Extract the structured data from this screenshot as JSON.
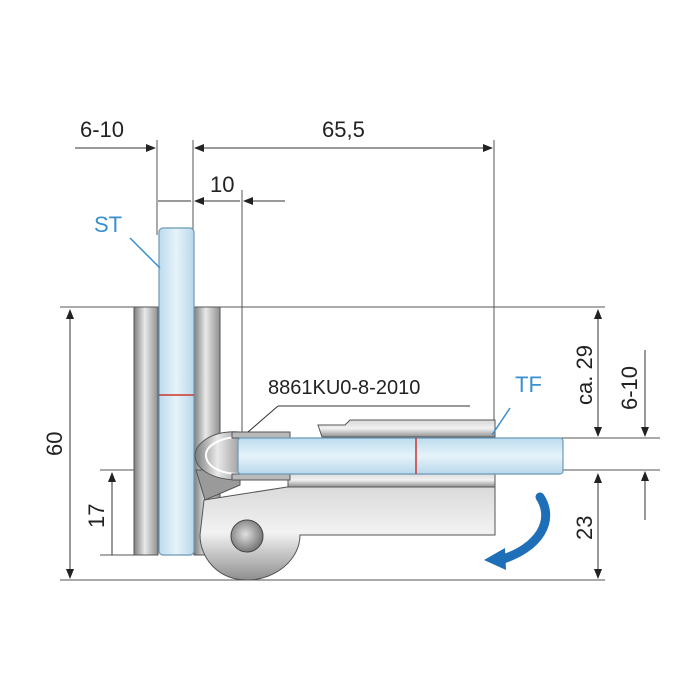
{
  "labels": {
    "dim_top_left": "6-10",
    "dim_top_span": "65,5",
    "dim_ten": "10",
    "callout_st": "ST",
    "callout_tf": "TF",
    "part_number": "8861KU0-8-2010",
    "dim_height": "60",
    "dim_lower": "17",
    "dim_ca29": "ca. 29",
    "dim_right_glass": "6-10",
    "dim_23": "23"
  },
  "colors": {
    "glass_fill": "#cfe6f3",
    "glass_edge": "#7aa7c4",
    "metal_dark": "#8a8a8a",
    "metal_light": "#d8d8d8",
    "callout_blue": "#3a8fd0",
    "arrow_blue": "#1f6fb8",
    "mark_red": "#d0342c"
  },
  "icons": {
    "rotation_arrow": "curved-arrow-icon"
  }
}
